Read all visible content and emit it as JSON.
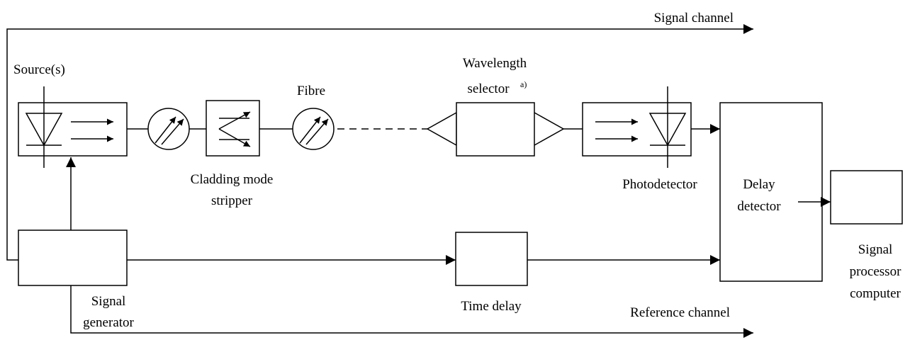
{
  "labels": {
    "signal_channel": "Signal channel",
    "reference_channel": "Reference channel",
    "sources": "Source(s)",
    "fibre": "Fibre",
    "wavelength_line1": "Wavelength",
    "wavelength_line2": "selector",
    "wavelength_note": "a)",
    "cladding_line1": "Cladding mode",
    "cladding_line2": "stripper",
    "photodetector": "Photodetector",
    "delay_line1": "Delay",
    "delay_line2": "detector",
    "processor_line1": "Signal",
    "processor_line2": "processor",
    "processor_line3": "computer",
    "generator_line1": "Signal",
    "generator_line2": "generator",
    "time_delay": "Time delay"
  }
}
